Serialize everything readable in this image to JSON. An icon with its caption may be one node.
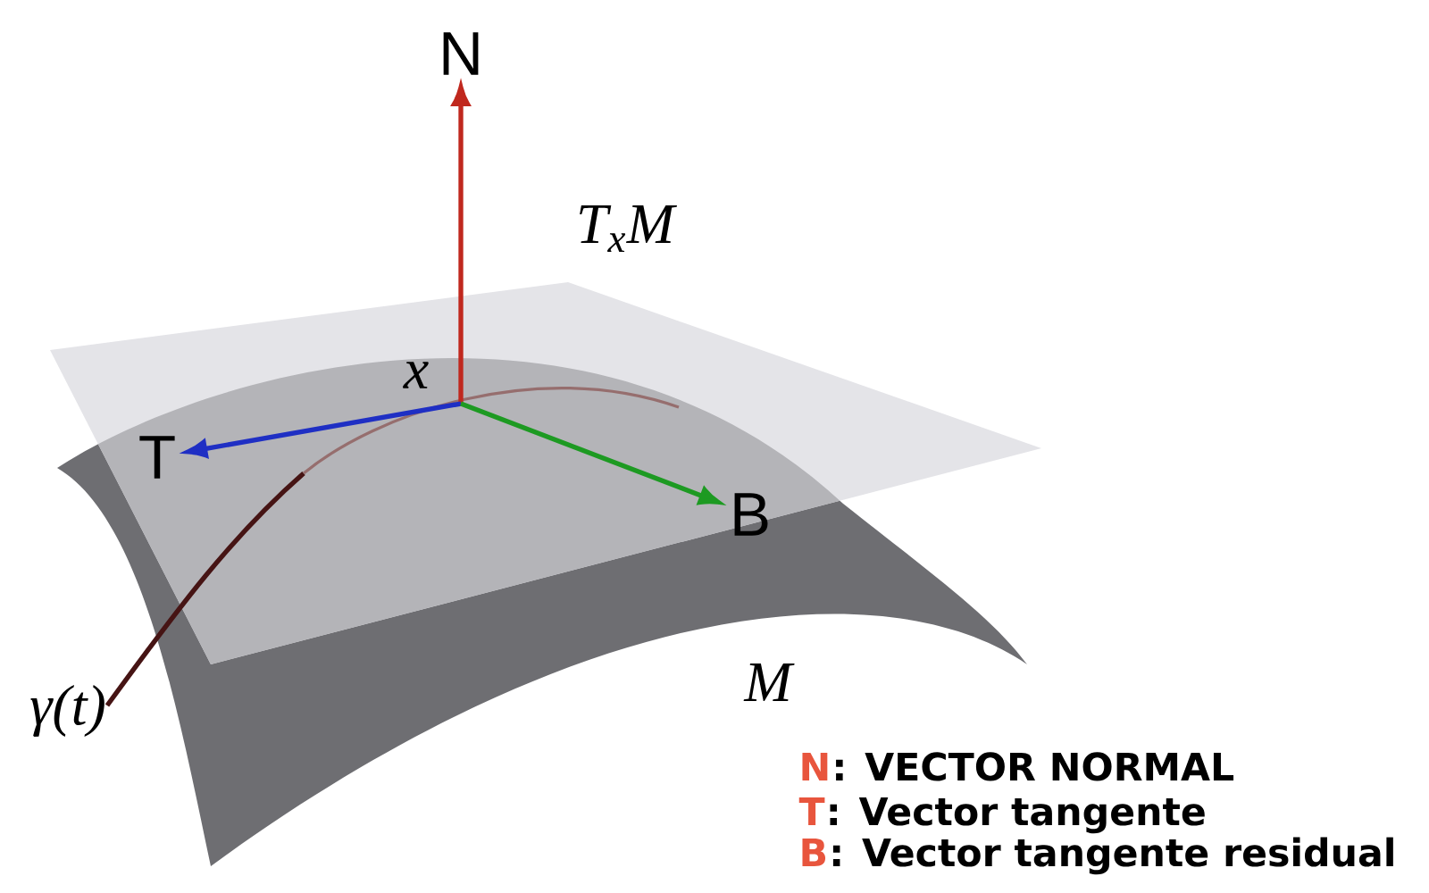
{
  "diagram": {
    "nodes": [
      {
        "text": [
          "N"
        ]
      },
      {
        "text": [
          "T"
        ]
      },
      {
        "text": [
          "B"
        ]
      }
    ],
    "edges": [
      {
        "from": null,
        "to": 0,
        "arrow": "to",
        "color": "#c0281e"
      },
      {
        "from": null,
        "to": 1,
        "arrow": "to",
        "color": "#1f2fc4"
      },
      {
        "from": null,
        "to": 2,
        "arrow": "to",
        "color": "#1d9a22"
      }
    ],
    "labels": [
      "T$_{x}$M",
      "x",
      "M",
      "γ(t)",
      "N",
      ": VECTOR NORMAL",
      "T",
      ":  Vector tangente",
      "B",
      ":  Vector tangente residual"
    ]
  }
}
